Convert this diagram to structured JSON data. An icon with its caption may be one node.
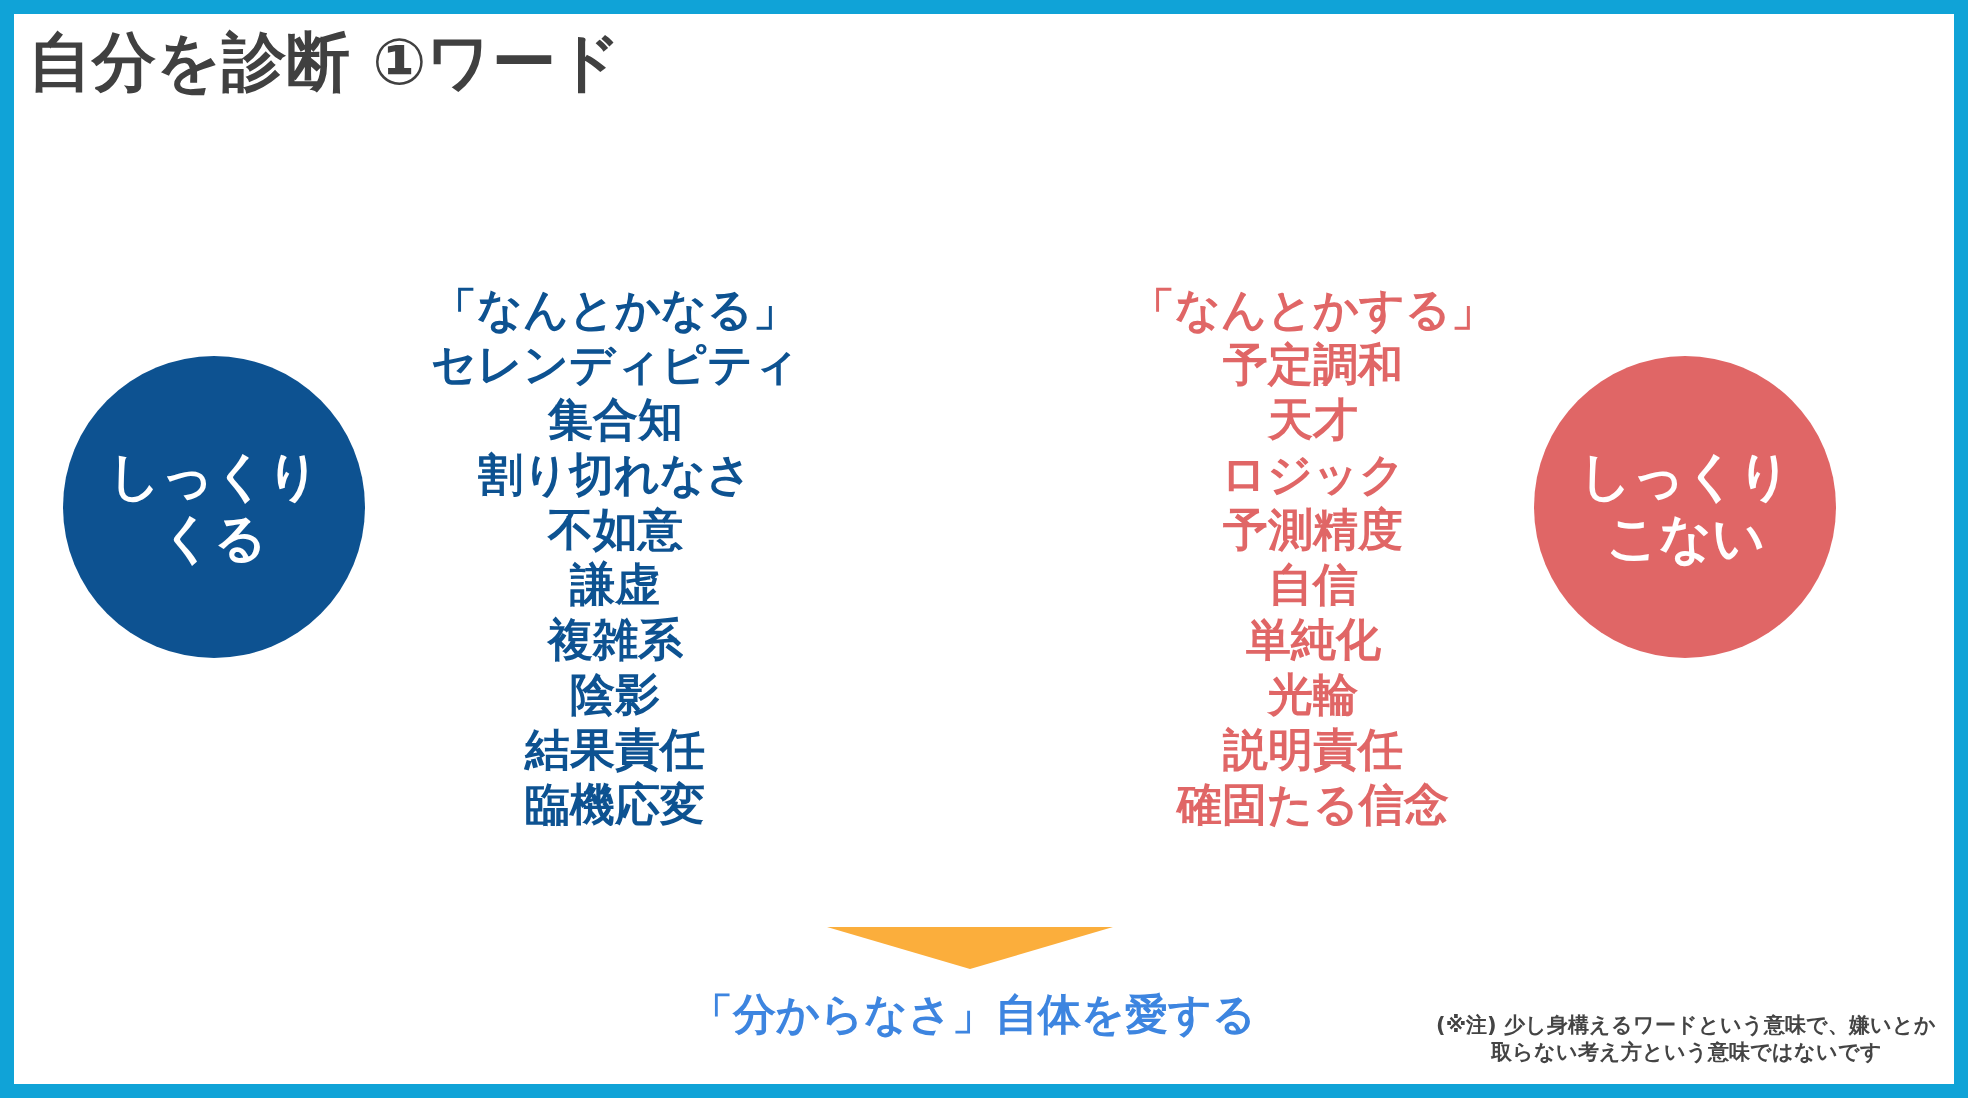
{
  "diagram": {
    "title": "自分を診断 ①ワード",
    "nodes": [
      {
        "text": [
          "しっくりくる"
        ]
      },
      {
        "text": [
          "しっくりこない"
        ]
      }
    ],
    "labels": [
      "「なんとかなる」",
      "セレンディピティ",
      "集合知",
      "割り切れなさ",
      "不如意",
      "謙虚",
      "複雑系",
      "陰影",
      "結果責任",
      "臨機応変",
      "「なんとかする」",
      "予定調和",
      "天才",
      "ロジック",
      "予測精度",
      "自信",
      "単純化",
      "光輪",
      "説明責任",
      "確固たる信念",
      "「分からなさ」自体を愛する",
      "(※注) 少し身構えるワードという意味で、嫌いとか取らない考え方という意味ではないです"
    ]
  }
}
